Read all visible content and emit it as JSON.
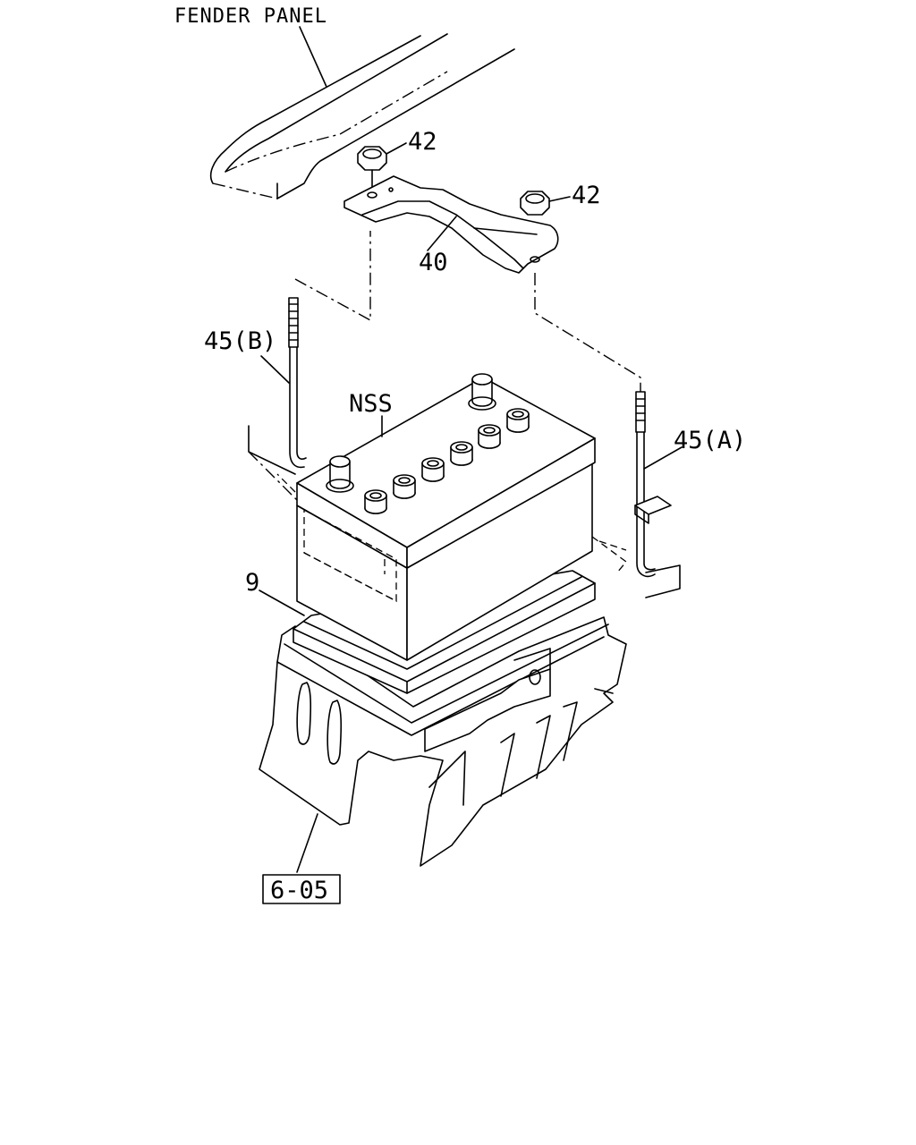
{
  "labels": {
    "fender_panel": "FENDER PANEL",
    "nut_left": "42",
    "nut_right": "42",
    "bracket": "40",
    "rod_b": "45(B)",
    "rod_a": "45(A)",
    "battery": "NSS",
    "tray": "9",
    "ref": "6-05"
  }
}
